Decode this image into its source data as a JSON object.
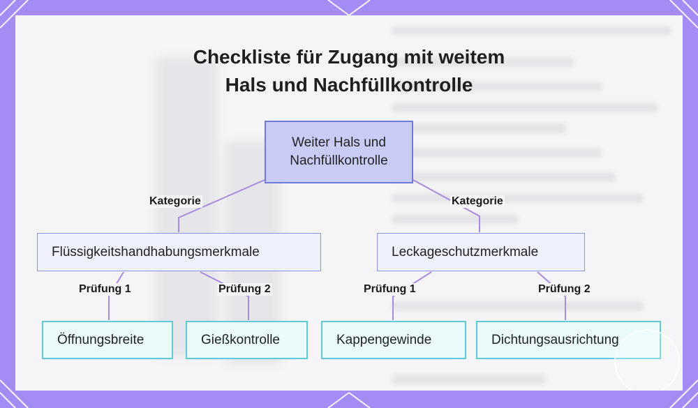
{
  "title_lines": [
    "Checkliste für Zugang mit weitem",
    "Hals und Nachfüllkontrolle"
  ],
  "root": {
    "label_lines": [
      "Weiter Hals und",
      "Nachfüllkontrolle"
    ]
  },
  "categories": [
    {
      "label": "Flüssigkeitshandhabungsmerkmale",
      "edge_label": "Kategorie"
    },
    {
      "label": "Leckageschutzmerkmale",
      "edge_label": "Kategorie"
    }
  ],
  "checks": [
    {
      "label": "Öffnungsbreite",
      "edge_label": "Prüfung 1"
    },
    {
      "label": "Gießkontrolle",
      "edge_label": "Prüfung 2"
    },
    {
      "label": "Kappengewinde",
      "edge_label": "Prüfung 1"
    },
    {
      "label": "Dichtungsausrichtung",
      "edge_label": "Prüfung 2"
    }
  ],
  "colors": {
    "frame": "#a58cf5",
    "edge": "#a78bdf",
    "root_fill": "#c9cdf5",
    "leaf_border": "#5fcad8"
  }
}
